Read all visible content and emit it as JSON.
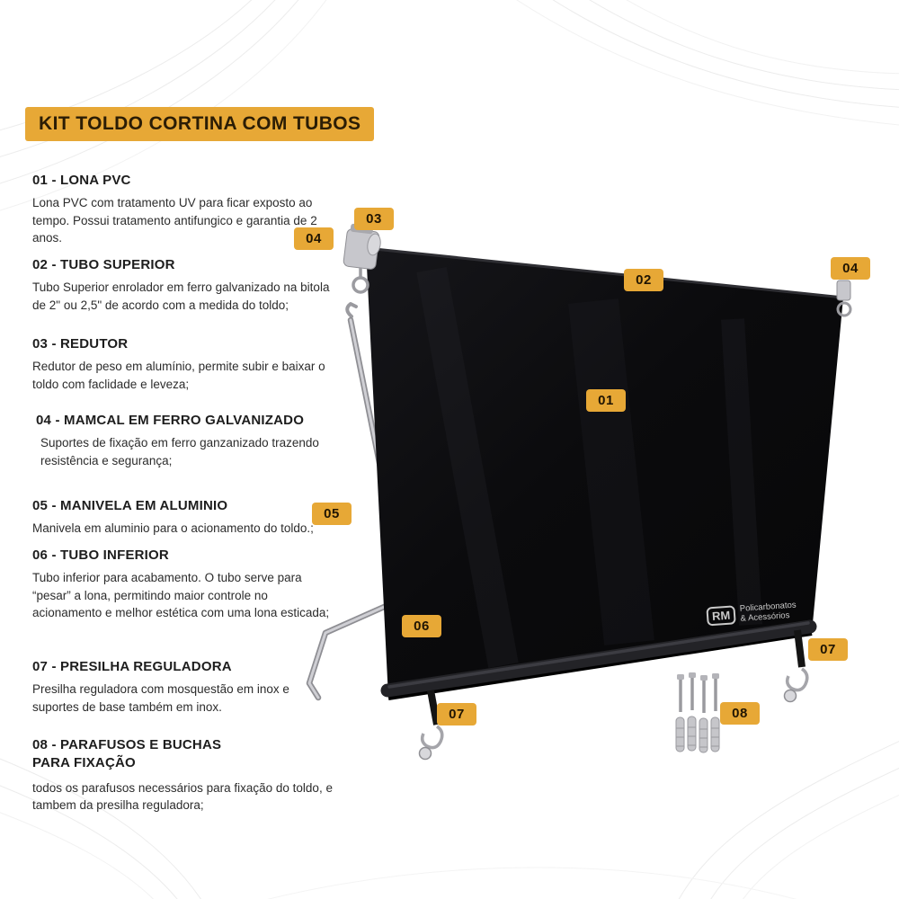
{
  "title": "KIT TOLDO CORTINA COM TUBOS",
  "items": [
    {
      "heading": "01 - LONA PVC",
      "description": "Lona PVC com tratamento UV para ficar exposto ao tempo. Possui tratamento antifungico e garantia de 2 anos."
    },
    {
      "heading": "02 - TUBO SUPERIOR",
      "description": "Tubo Superior enrolador em ferro galvanizado na bitola de 2\" ou 2,5\" de acordo com a medida do toldo;"
    },
    {
      "heading": "03 - REDUTOR",
      "description": "Redutor de peso em alumínio, permite subir e baixar o toldo com faclidade e leveza;"
    },
    {
      "heading": "04 - MAMCAL  EM FERRO GALVANIZADO",
      "description": "Suportes de fixação em ferro ganzanizado trazendo resistência e segurança;"
    },
    {
      "heading": "05 - MANIVELA EM ALUMINIO",
      "description": "Manivela em aluminio para o acionamento do toldo.;"
    },
    {
      "heading": "06 - TUBO INFERIOR",
      "description": "Tubo inferior para acabamento. O tubo serve para “pesar” a lona, permitindo maior controle no acionamento e melhor estética com uma lona esticada;"
    },
    {
      "heading": "07 - PRESILHA REGULADORA",
      "description": "Presilha reguladora com mosquestão em inox e suportes de base também em inox."
    },
    {
      "heading": "08 - PARAFUSOS E BUCHAS PARA FIXAÇÃO",
      "description": "todos os parafusos necessários para fixação do toldo, e tambem da presilha reguladora;"
    }
  ],
  "badges": [
    "03",
    "04",
    "02",
    "04",
    "01",
    "05",
    "06",
    "07",
    "08",
    "07"
  ],
  "watermark": {
    "logo": "RM",
    "line1": "Policarbonatos",
    "line2": "& Acessórios"
  },
  "colors": {
    "accent": "#E7A836",
    "badge_text": "#201503",
    "tarp": "#0b0b0d"
  }
}
